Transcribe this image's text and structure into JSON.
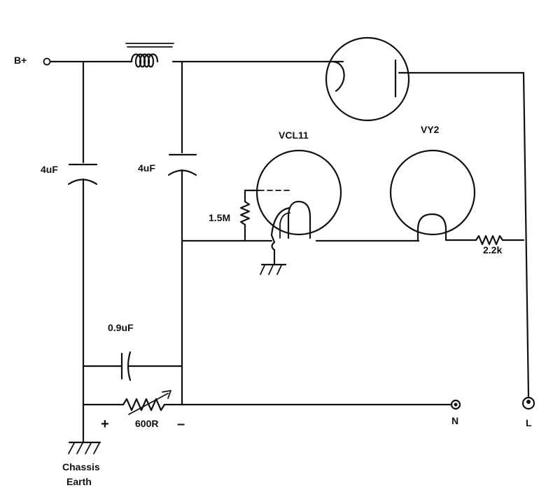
{
  "labels": {
    "supply": "B+",
    "cap_left": "4uF",
    "cap_mid": "4uF",
    "tube_vcl11": "VCL11",
    "tube_vy2": "VY2",
    "grid_resistor": "1.5M",
    "heater_resistor": "2.2k",
    "cap_bottom": "0.9uF",
    "var_resistor": "600R",
    "plus_sign": "+",
    "minus_sign": "–",
    "neutral": "N",
    "live": "L",
    "earth_line1": "Chassis",
    "earth_line2": "Earth"
  }
}
